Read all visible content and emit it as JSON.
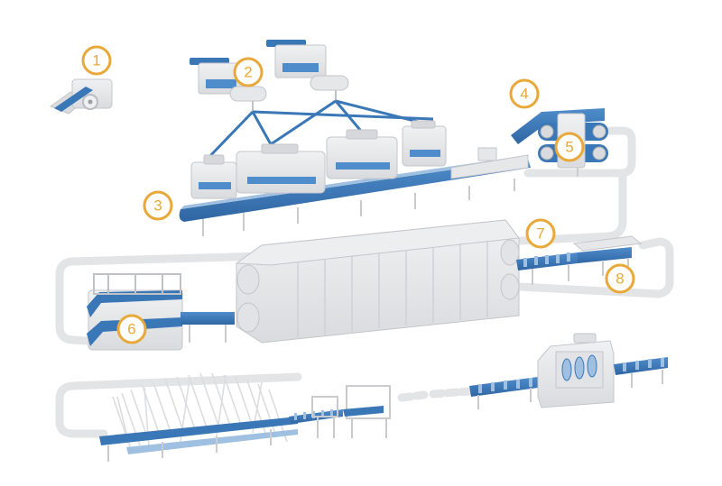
{
  "colors": {
    "machine_fill": "#e6e7e9",
    "machine_stroke": "#c9cbcf",
    "machine_dark": "#d3d5d8",
    "conveyor_blue": "#3a77b7",
    "conveyor_light": "#9fc0e0",
    "loop_track": "#e3e4e6",
    "badge_ring": "#e8a93a",
    "badge_text": "#e8a93a"
  },
  "badges": [
    {
      "id": "badge-1",
      "label": "1"
    },
    {
      "id": "badge-2",
      "label": "2"
    },
    {
      "id": "badge-3",
      "label": "3"
    },
    {
      "id": "badge-4",
      "label": "4"
    },
    {
      "id": "badge-5",
      "label": "5"
    },
    {
      "id": "badge-6",
      "label": "6"
    },
    {
      "id": "badge-7",
      "label": "7"
    },
    {
      "id": "badge-8",
      "label": "8"
    }
  ]
}
